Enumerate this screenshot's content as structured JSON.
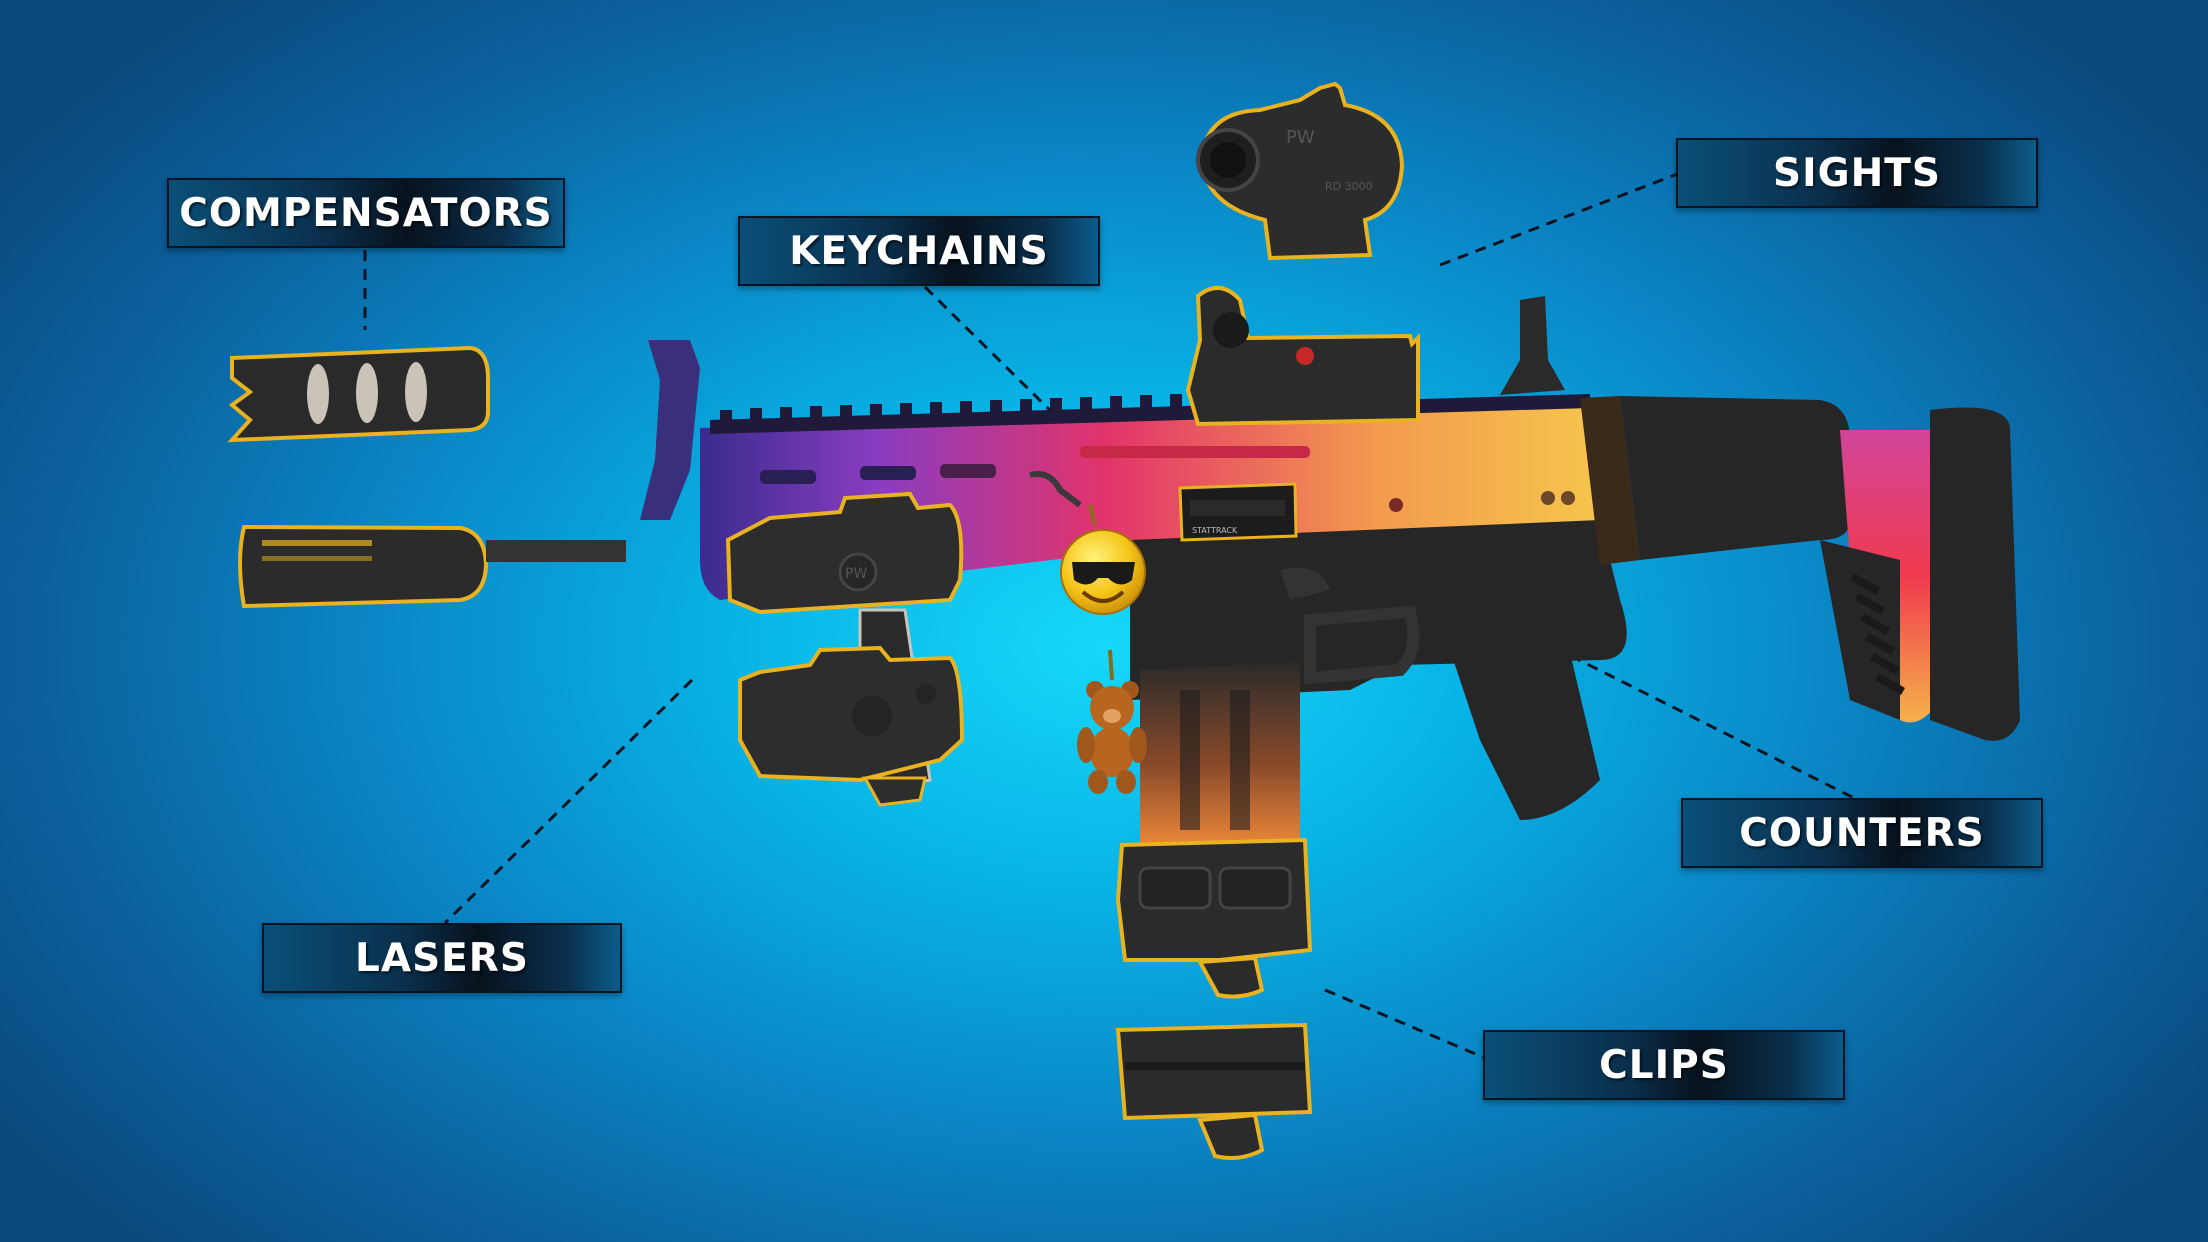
{
  "labels": {
    "compensators": "COMPENSATORS",
    "keychains": "KEYCHAINS",
    "sights": "SIGHTS",
    "lasers": "LASERS",
    "counters": "COUNTERS",
    "clips": "CLIPS"
  },
  "counter_plate_text": "STATTRACK",
  "brand_mark": "PW",
  "sight_serial": "RD 3000",
  "colors": {
    "background_center": "#16d8f8",
    "background_edge": "#0a4a7e",
    "outline_highlight": "#e8b221",
    "gun_body": "#262626",
    "fade_start": "#4b2a9e",
    "fade_mid": "#e2336b",
    "fade_end": "#f6c54c"
  }
}
